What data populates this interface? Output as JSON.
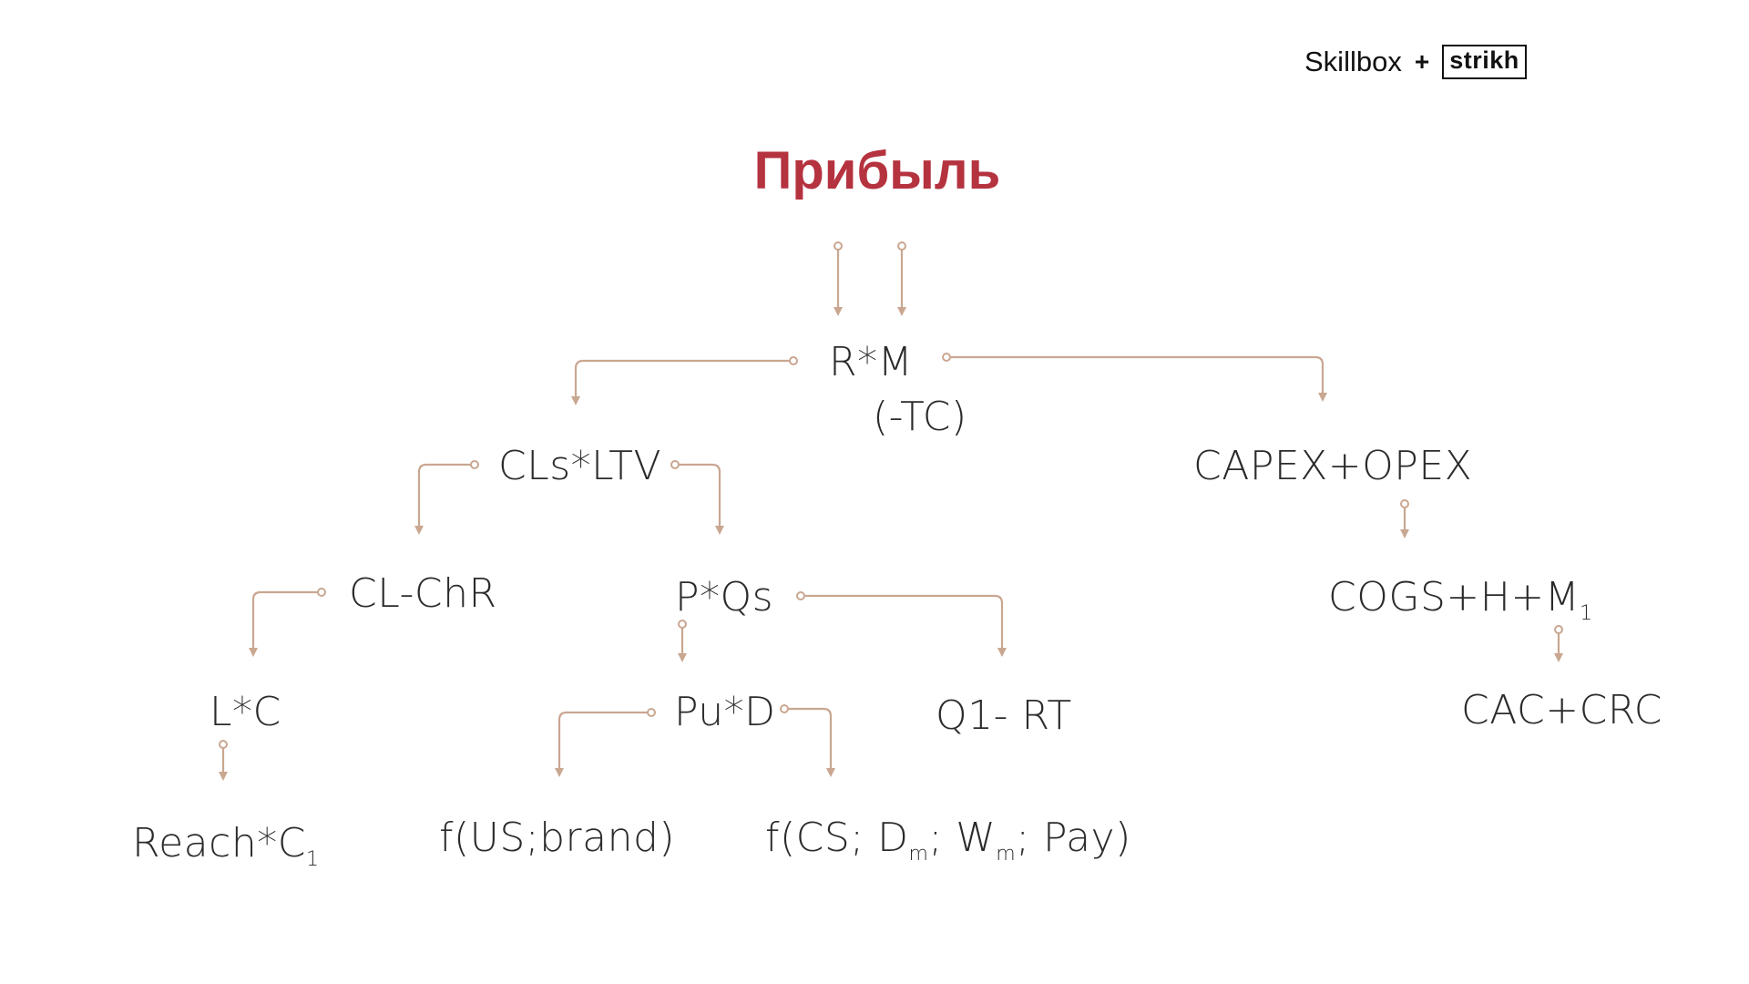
{
  "header": {
    "brand_left": "Skillbox",
    "brand_plus": "+",
    "brand_right": "strikh"
  },
  "title": "Прибыль",
  "colors": {
    "title": "#b5323f",
    "connector": "#c9a791",
    "text": "#2b2b2b"
  },
  "nodes": {
    "rm": "R*M",
    "tc": "(-TC)",
    "cls_ltv": "CLs*LTV",
    "capex_opex": "CAPEX+OPEX",
    "cl_chr": "CL-ChR",
    "pqs": "P*Qs",
    "cogs": {
      "main": "COGS+H+M",
      "sub": "1"
    },
    "lc": "L*C",
    "pud": "Pu*D",
    "q1rt": "Q1- RT",
    "cac_crc": "CAC+CRC",
    "reach": {
      "main": "Reach*C",
      "sub": "1"
    },
    "f_us_brand": "f(US;brand)",
    "f_cs": {
      "a": "f(CS; D",
      "sub1": "m",
      "b": "; W",
      "sub2": "m",
      "c": "; Pay)"
    }
  }
}
